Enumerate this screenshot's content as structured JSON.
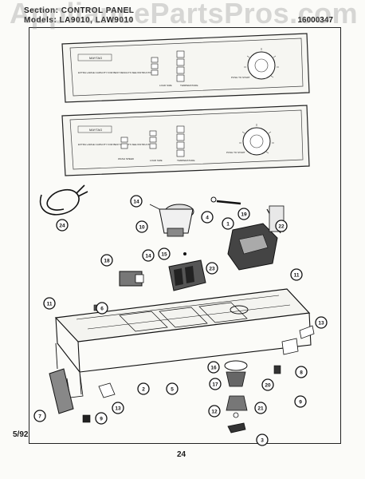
{
  "watermark": "AppliancePartsPros.com",
  "header": {
    "section": "Section: CONTROL PANEL",
    "models": "Models: LA9010, LAW9010",
    "ref": "16000347"
  },
  "panel1": {
    "brand": "MAYTAG",
    "instructions": "EXTRA LARGE CAPACITY FOR BEST RESULTS SEE INSTRUCTIONS",
    "load_size_label": "LOAD SIZE",
    "temp_label": "TEMPERATURE",
    "dial_label": "PUSH TO START"
  },
  "panel2": {
    "brand": "MAYTAG",
    "instructions": "EXTRA LARGE CAPACITY FOR BEST RESULTS SEE INSTRUCTIONS",
    "wash_label": "WASH SPEED",
    "load_size_label": "LOAD SIZE",
    "temp_label": "TEMPERATURE",
    "dial_label": "PUSH TO START"
  },
  "callouts": [
    "24",
    "14",
    "10",
    "4",
    "1",
    "19",
    "22",
    "15",
    "18",
    "14",
    "23",
    "11",
    "6",
    "11",
    "13",
    "16",
    "20",
    "8",
    "2",
    "5",
    "17",
    "9",
    "12",
    "21",
    "3",
    "7",
    "9",
    "13"
  ],
  "footer": {
    "date": "5/92",
    "page": "24"
  }
}
